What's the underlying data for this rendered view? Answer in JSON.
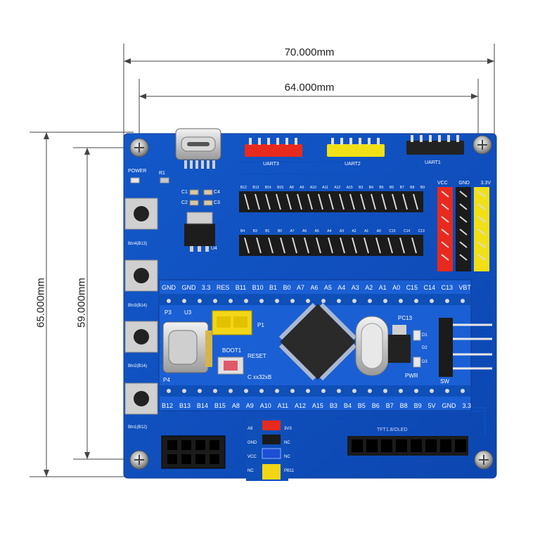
{
  "dimensions": {
    "outer_width": "70.000mm",
    "inner_width": "64.000mm",
    "outer_height": "65.000mm",
    "inner_height": "59.000mm"
  },
  "board": {
    "power_label": "POWER",
    "r1_label": "R1",
    "c1": "C1",
    "c2": "C2",
    "c3": "C3",
    "c4": "C4",
    "u4_label": "U4",
    "uart3": "UART3",
    "uart2": "UART2",
    "uart1": "UART1",
    "rail_labels": [
      "VCC",
      "GND",
      "3.3V"
    ],
    "top_header_row1": [
      "B12",
      "B13",
      "B14",
      "B15",
      "A8",
      "A9",
      "A10",
      "A11",
      "A12",
      "A15",
      "B3",
      "B4",
      "B5",
      "B6",
      "B7",
      "B8",
      "B9"
    ],
    "top_header_row2": [
      "B4",
      "B3",
      "B1",
      "B0",
      "A7",
      "A6",
      "A5",
      "A4",
      "A3",
      "A2",
      "A1",
      "A0",
      "C15",
      "C14",
      "C13"
    ],
    "mcu_top_labels": [
      "GND",
      "GND",
      "3.3",
      "RES",
      "B11",
      "B10",
      "B1",
      "B0",
      "A7",
      "A6",
      "A5",
      "A4",
      "A3",
      "A2",
      "A1",
      "A0",
      "C15",
      "C14",
      "C13",
      "VBT"
    ],
    "mcu_bottom_labels": [
      "B12",
      "B13",
      "B14",
      "B15",
      "A8",
      "A9",
      "A10",
      "A11",
      "A12",
      "A15",
      "B3",
      "B4",
      "B5",
      "B6",
      "B7",
      "B8",
      "B9",
      "5V",
      "GND",
      "3.3"
    ],
    "btn_labels": [
      "Btn4(B13)",
      "Btn3(B14)",
      "Btn2(B14)",
      "Btn1(B12)"
    ],
    "p3": "P3",
    "u3": "U3",
    "p1": "P1",
    "p4": "P4",
    "boot1": "BOOT1",
    "reset": "RESET",
    "chip_text": "C xx32xB",
    "pc13": "PC13",
    "pwr": "PWR",
    "d1": "D1",
    "d2": "D2",
    "d3": "D3",
    "sw": "SW",
    "tft_label": "TFT1.8/OLED",
    "jumper_labels": [
      "A9",
      "GND",
      "VCC",
      "NC"
    ],
    "jumper_labels_right": [
      "3V3",
      "NC",
      "NC",
      "PB11"
    ]
  }
}
